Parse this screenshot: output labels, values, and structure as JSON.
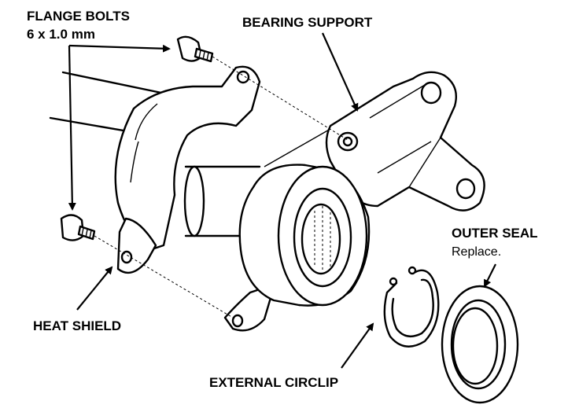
{
  "labels": {
    "flange_bolts": "FLANGE BOLTS",
    "flange_bolts_size": "6 x 1.0 mm",
    "bearing_support": "BEARING SUPPORT",
    "outer_seal": "OUTER SEAL",
    "outer_seal_note": "Replace.",
    "heat_shield": "HEAT SHIELD",
    "external_circlip": "EXTERNAL CIRCLIP"
  }
}
